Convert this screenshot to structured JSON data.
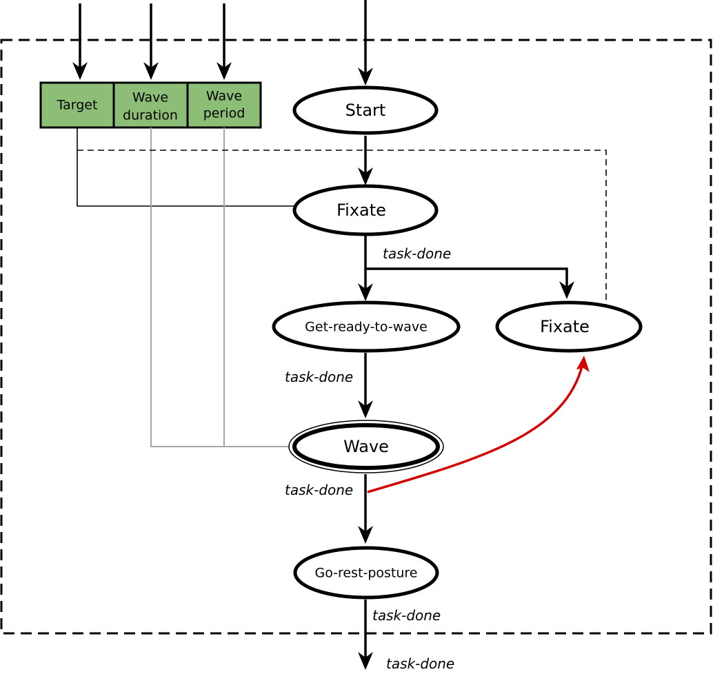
{
  "params": [
    {
      "lines": [
        "Target"
      ]
    },
    {
      "lines": [
        "Wave",
        "duration"
      ]
    },
    {
      "lines": [
        "Wave",
        "period"
      ]
    }
  ],
  "nodes": {
    "start": "Start",
    "fixate_main": "Fixate",
    "get_ready": "Get-ready-to-wave",
    "fixate_side": "Fixate",
    "wave": "Wave",
    "go_rest": "Go-rest-posture"
  },
  "edge_labels": {
    "after_fixate": "task-done",
    "after_get_ready": "task-done",
    "after_wave": "task-done",
    "after_go_rest": "task-done",
    "exit": "task-done"
  },
  "colors": {
    "param_fill": "#8dbe77",
    "interrupt_arrow": "#d40000",
    "data_line": "#a6a6a6",
    "stroke": "#000000"
  }
}
